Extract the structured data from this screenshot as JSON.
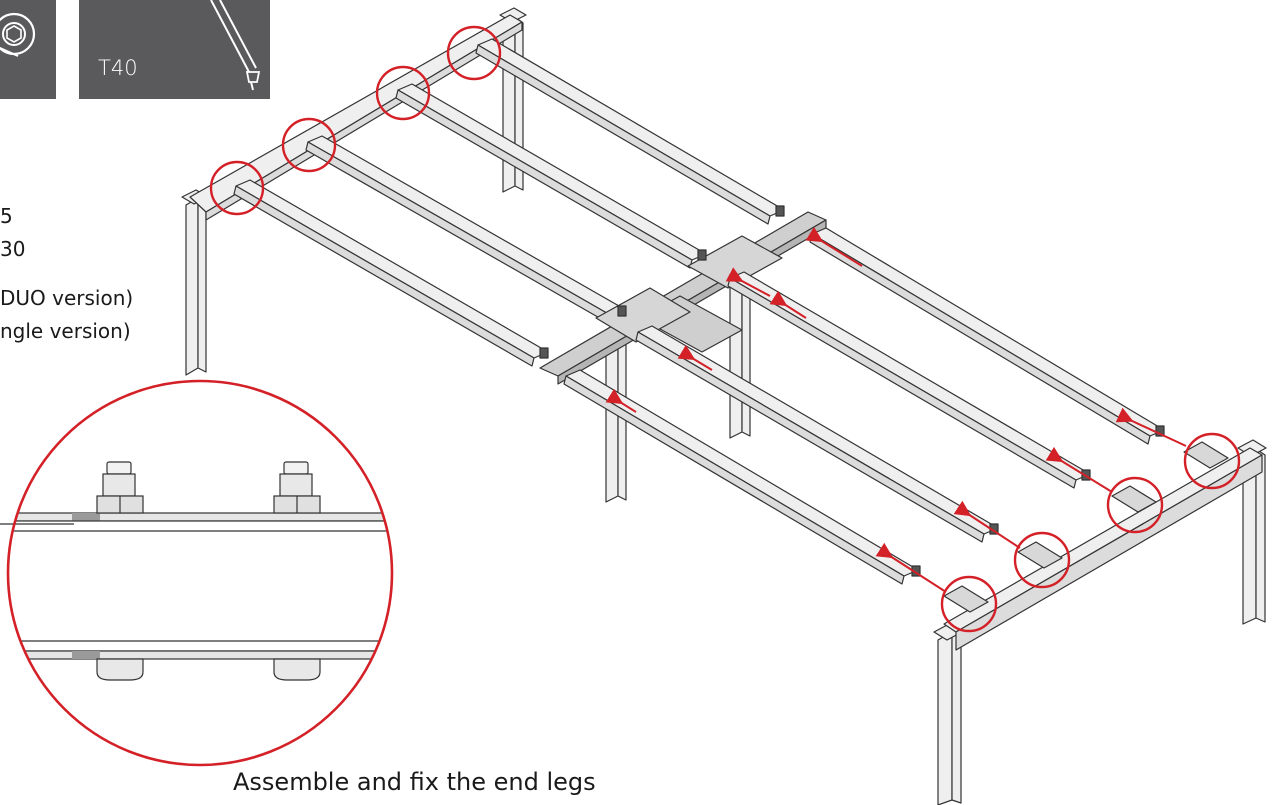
{
  "tools": {
    "wrench": {
      "icon": "ring-wrench-icon"
    },
    "screwdriver": {
      "label": "T40",
      "icon": "torx-screwdriver-icon"
    }
  },
  "specs": {
    "line1": "5",
    "line2": "30",
    "line3": "DUO version)",
    "line4": "ngle version)"
  },
  "step": {
    "caption": "Assemble and fix the end legs"
  },
  "colors": {
    "highlight": "#d42027",
    "tool_bg": "#5a5a5c",
    "frame_fill": "#efefef",
    "frame_stroke": "#333333"
  },
  "icons": {
    "callout": "detail-magnifier-circle",
    "marker": "connection-highlight-circle",
    "arrow": "insert-direction-arrow"
  }
}
